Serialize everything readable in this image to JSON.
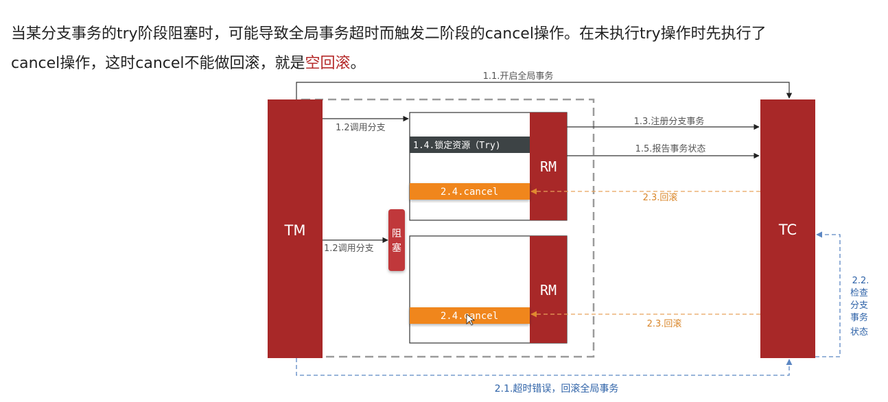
{
  "intro": {
    "line1": "当某分支事务的try阶段阻塞时，可能导致全局事务超时而触发二阶段的cancel操作。在未执行try操作时先执行了",
    "line2_prefix": "cancel操作，这时cancel不能做回滚，就是",
    "line2_highlight": "空回滚",
    "line2_suffix": "。"
  },
  "diagram": {
    "nodes": {
      "tm": "TM",
      "tc": "TC",
      "rm_top": "RM",
      "rm_bottom": "RM",
      "blocked": "阻塞"
    },
    "labels": {
      "start_global": "1.1.开启全局事务",
      "call_branch_top": "1.2调用分支",
      "call_branch_bottom": "1.2调用分支",
      "register_branch": "1.3.注册分支事务",
      "lock_resource": "1.4.锁定资源（Try)",
      "report_status": "1.5.报告事务状态",
      "cancel_top": "2.4.cancel",
      "cancel_bottom": "2.4.cancel",
      "rollback_top": "2.3.回滚",
      "rollback_bottom": "2.3.回滚",
      "check_branch": [
        "2.2.",
        "检查",
        "分支",
        "事务",
        "状态"
      ],
      "timeout_error": "2.1.超时错误，回滚全局事务"
    },
    "colors": {
      "node_red": "#a82828",
      "blocked_red": "#c0393b",
      "cancel_orange": "#f0861e",
      "lock_dark": "#3d4345",
      "dashed_orange": "#e8a25a",
      "dashed_blue": "#5b86c2",
      "label_orange": "#d9862a",
      "label_blue": "#2f63a8",
      "label_gray": "#555555"
    }
  }
}
